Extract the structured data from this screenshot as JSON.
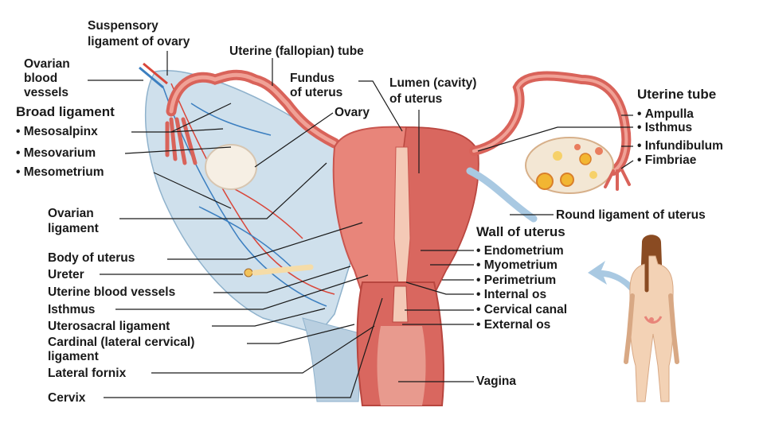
{
  "labels": {
    "suspensory_1": "Suspensory",
    "suspensory_2": "ligament of ovary",
    "uterine_fallopian_tube": "Uterine (fallopian) tube",
    "ovarian_vessels_1": "Ovarian",
    "ovarian_vessels_2": "blood",
    "ovarian_vessels_3": "vessels",
    "broad_ligament": "Broad ligament",
    "mesosalpinx": "Mesosalpinx",
    "mesovarium": "Mesovarium",
    "mesometrium": "Mesometrium",
    "fundus_1": "Fundus",
    "fundus_2": "of uterus",
    "ovary": "Ovary",
    "lumen_1": "Lumen (cavity)",
    "lumen_2": "of uterus",
    "ovarian_ligament_1": "Ovarian",
    "ovarian_ligament_2": "ligament",
    "body_of_uterus": "Body of uterus",
    "ureter": "Ureter",
    "uterine_blood_vessels": "Uterine blood vessels",
    "isthmus_left": "Isthmus",
    "uterosacral": "Uterosacral ligament",
    "cardinal_1": "Cardinal (lateral cervical)",
    "cardinal_2": "ligament",
    "lateral_fornix": "Lateral fornix",
    "cervix": "Cervix",
    "uterine_tube_header": "Uterine tube",
    "ampulla": "Ampulla",
    "isthmus_right": "Isthmus",
    "infundibulum": "Infundibulum",
    "fimbriae": "Fimbriae",
    "round_ligament": "Round ligament of uterus",
    "wall_header": "Wall of uterus",
    "endometrium": "Endometrium",
    "myometrium": "Myometrium",
    "perimetrium": "Perimetrium",
    "internal_os": "Internal os",
    "cervical_canal": "Cervical canal",
    "external_os": "External os",
    "vagina": "Vagina"
  },
  "colors": {
    "uterus": "#e8857a",
    "uterus_dark": "#c9554e",
    "lumen": "#f4c9b6",
    "broad_ligament": "#c9dcea",
    "vessel_red": "#d9463a",
    "vessel_blue": "#3c7fc0",
    "ovary": "#f3e7d4",
    "skin": "#f3d2b5",
    "hair": "#8a4b22",
    "arrow": "#a9c9e2"
  }
}
